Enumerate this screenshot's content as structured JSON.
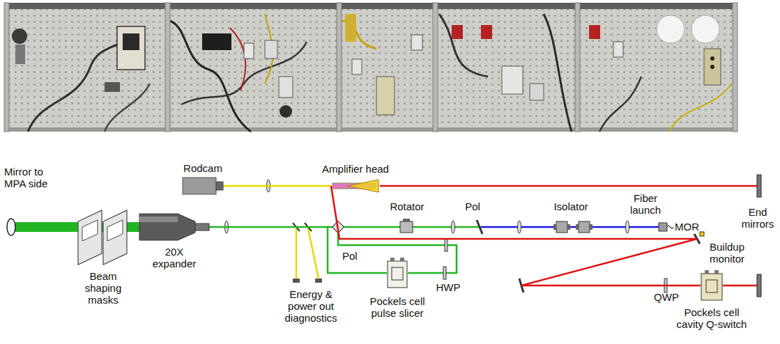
{
  "diagram": {
    "nodes": [
      {
        "text": [
          "Rodcam"
        ]
      },
      {
        "text": [
          "Amplifier head"
        ]
      },
      {
        "text": [
          "20X expander"
        ]
      },
      {
        "text": [
          "Pockels cell pulse slicer"
        ]
      },
      {
        "text": [
          "Pockels cell cavity Q-switch"
        ]
      }
    ],
    "edges": [
      {
        "from": 0,
        "to": 1,
        "arrow": "none"
      },
      {
        "from": 1,
        "to": 4,
        "arrow": "none"
      },
      {
        "from": 3,
        "to": 2,
        "arrow": "none"
      }
    ],
    "labels": [
      "Mirror to MPA side",
      "Beam shaping masks",
      "Rotator",
      "Pol",
      "Pol",
      "Isolator",
      "Fiber launch",
      "MOR",
      "End mirrors",
      "Energy & power out diagnostics",
      "HWP",
      "Buildup monitor",
      "QWP"
    ]
  }
}
